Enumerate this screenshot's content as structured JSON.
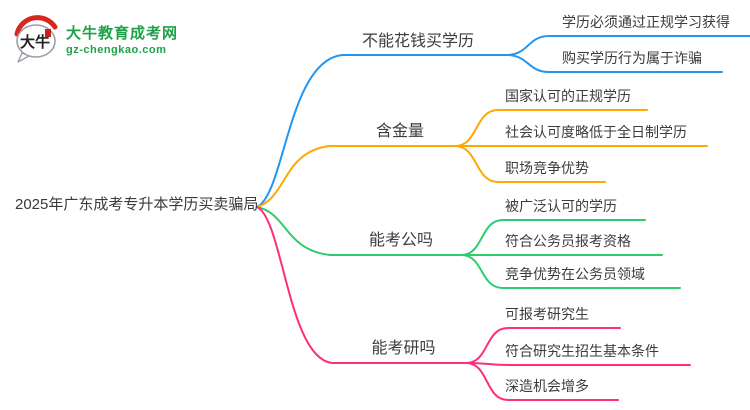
{
  "logo": {
    "icon": "daniu-speech-bubble-logo",
    "title": "大牛教育成考网",
    "subtitle": "gz-chengkao.com",
    "mark_text": "大牛"
  },
  "root": {
    "label": "2025年广东成考专升本学历买卖骗局"
  },
  "branches": [
    {
      "label": "不能花钱买学历",
      "color_key": "blue",
      "children": [
        "学历必须通过正规学习获得",
        "购买学历行为属于诈骗"
      ]
    },
    {
      "label": "含金量",
      "color_key": "orange",
      "children": [
        "国家认可的正规学历",
        "社会认可度略低于全日制学历",
        "职场竞争优势"
      ]
    },
    {
      "label": "能考公吗",
      "color_key": "green",
      "children": [
        "被广泛认可的学历",
        "符合公务员报考资格",
        "竞争优势在公务员领域"
      ]
    },
    {
      "label": "能考研吗",
      "color_key": "pink",
      "children": [
        "可报考研究生",
        "符合研究生招生基本条件",
        "深造机会增多"
      ]
    }
  ],
  "colors": {
    "blue": "#2196F3",
    "orange": "#FFA800",
    "green": "#2ECC71",
    "pink": "#FF2D7D",
    "logo_green": "#1FA14A",
    "logo_red": "#D8271C",
    "text": "#383838"
  }
}
